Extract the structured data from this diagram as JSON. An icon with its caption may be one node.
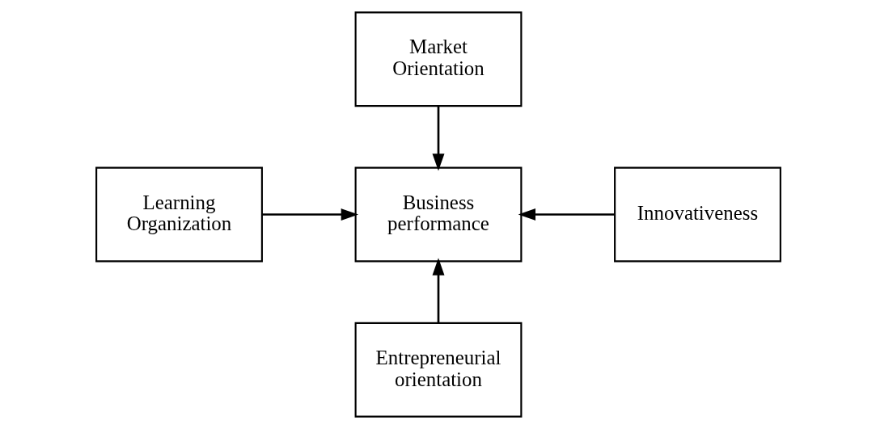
{
  "diagram": {
    "nodes": [
      {
        "text": [
          "Market Orientation"
        ]
      },
      {
        "text": [
          "Learning Organization"
        ]
      },
      {
        "text": [
          "Business performance"
        ]
      },
      {
        "text": [
          "Innovativeness"
        ]
      },
      {
        "text": [
          "Entrepreneurial orientation"
        ]
      }
    ],
    "edges": [
      {
        "from": 0,
        "to": 2,
        "arrow": "to"
      },
      {
        "from": 1,
        "to": 2,
        "arrow": "to"
      },
      {
        "from": 3,
        "to": 2,
        "arrow": "to"
      },
      {
        "from": 4,
        "to": 2,
        "arrow": "to"
      }
    ]
  }
}
